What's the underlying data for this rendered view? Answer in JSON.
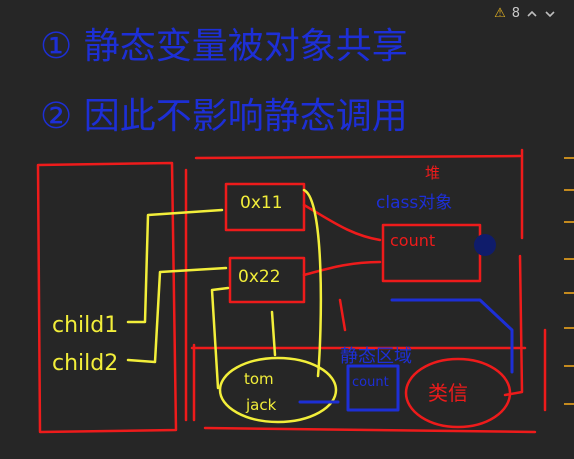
{
  "toolbar": {
    "warning_count": "8",
    "up_label": "previous-warning",
    "down_label": "next-warning"
  },
  "notes": {
    "line1": "① 静态变量被对象共享",
    "line2": "② 因此不影响静态调用"
  },
  "diagram": {
    "obj1_label": "0x11",
    "obj2_label": "0x22",
    "class_label": "class对象",
    "count_box": "count",
    "static_label": "静态区域",
    "heap_label": "堆",
    "count_small": "count",
    "name_tom": "tom",
    "name_jack": "jack",
    "child1": "child1",
    "child2": "child2",
    "method_note": "类信"
  },
  "colors": {
    "blue_ink": "#1d2fd6",
    "red_ink": "#ee1b1b",
    "yellow_ink": "#f2ee3a",
    "background": "#262626"
  }
}
